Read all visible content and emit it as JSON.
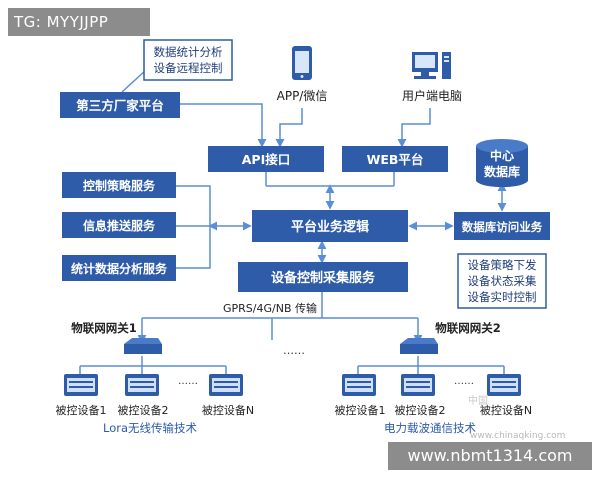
{
  "watermark_top": "TG: MYYJJPP",
  "watermark_bottom": "www.nbmt1314.com",
  "site_mark": "www.chinaqking.com",
  "site_mark_cn": "中国",
  "colors": {
    "box": "#2e5ca8",
    "box_text": "#ffffff",
    "line": "#5a8ed6",
    "icon": "#2e5ca8",
    "note_border": "#2e5ca8"
  },
  "nodes": {
    "stats_remote": [
      "数据统计分析",
      "设备远程控制"
    ],
    "third_party": "第三方厂家平台",
    "app": "APP/微信",
    "pc": "用户端电脑",
    "api": "API接口",
    "web": "WEB平台",
    "db": [
      "中心",
      "数据库"
    ],
    "control_policy": "控制策略服务",
    "info_push": "信息推送服务",
    "stats_service": "统计数据分析服务",
    "platform_logic": "平台业务逻辑",
    "db_access": "数据库访问业务",
    "device_collect": "设备控制采集服务",
    "device_notes": [
      "设备策略下发",
      "设备状态采集",
      "设备实时控制"
    ],
    "transport": "GPRS/4G/NB 传输",
    "gateway1": "物联网网关1",
    "gateway2": "物联网网关2",
    "dots": "……",
    "device_1": "被控设备1",
    "device_2": "被控设备2",
    "device_n": "被控设备N",
    "lora": "Lora无线传输技术",
    "plc": "电力载波通信技术"
  }
}
